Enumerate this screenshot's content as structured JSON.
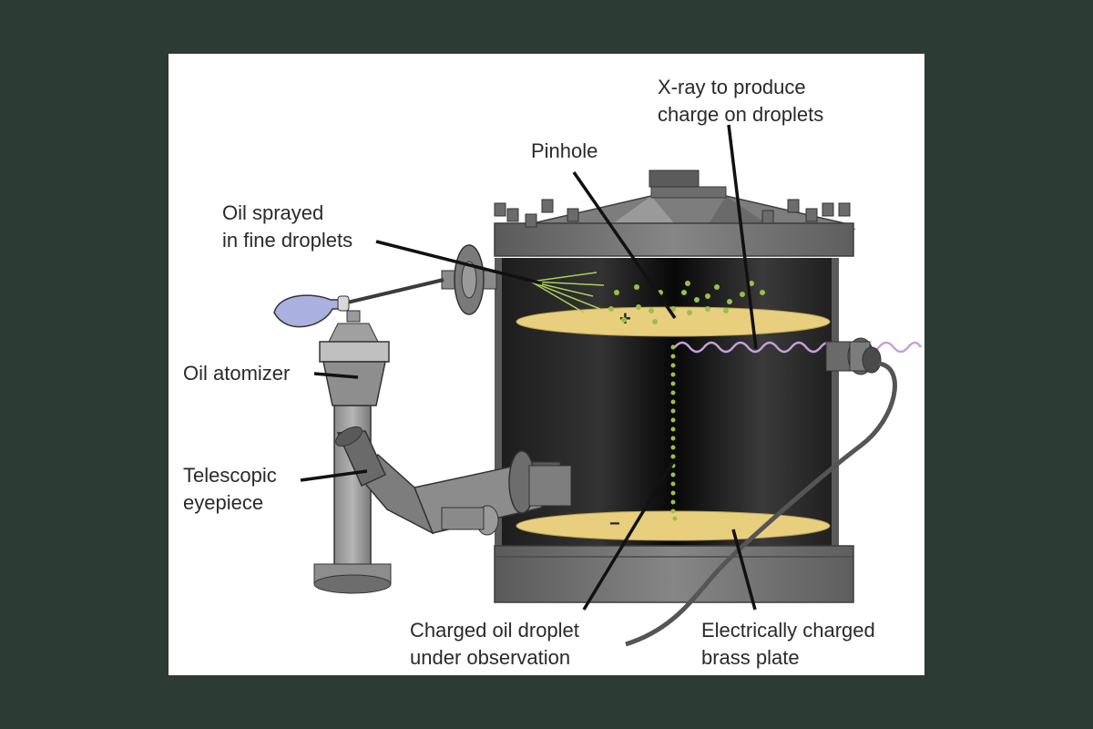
{
  "labels": {
    "xray": [
      "X-ray to produce",
      "charge on droplets"
    ],
    "pinhole": [
      "Pinhole"
    ],
    "oil_sprayed": [
      "Oil sprayed",
      "in fine droplets"
    ],
    "oil_atomizer": [
      "Oil atomizer"
    ],
    "telescopic": [
      "Telescopic",
      "eyepiece"
    ],
    "charged_droplet": [
      "Charged oil droplet",
      "under observation"
    ],
    "brass_plate": [
      "Electrically charged",
      "brass plate"
    ],
    "plus_sign": "+",
    "minus_sign": "−"
  },
  "colors": {
    "background": "#2c3b34",
    "canvas": "#ffffff",
    "brass": "#e8cf7e",
    "droplet": "#9bbf4a",
    "xray": "#c8a0d8",
    "bulb": "#aab1e0",
    "metal": "#7a7a7a",
    "chamber": "#2b2b2b"
  }
}
